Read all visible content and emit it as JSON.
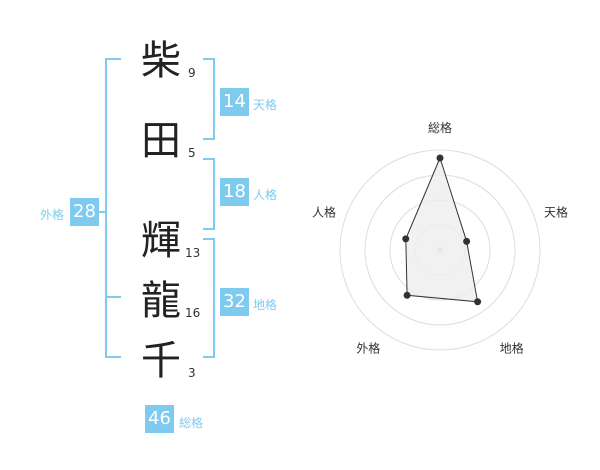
{
  "name": {
    "chars": [
      {
        "char": "柴",
        "strokes": "9"
      },
      {
        "char": "田",
        "strokes": "5"
      },
      {
        "char": "輝",
        "strokes": "13"
      },
      {
        "char": "龍",
        "strokes": "16"
      },
      {
        "char": "千",
        "strokes": "3"
      }
    ]
  },
  "fortunes": {
    "tenkaku": {
      "value": "14",
      "label": "天格"
    },
    "jinkaku": {
      "value": "18",
      "label": "人格"
    },
    "chikaku": {
      "value": "32",
      "label": "地格"
    },
    "gaikaku": {
      "value": "28",
      "label": "外格"
    },
    "soukaku": {
      "value": "46",
      "label": "総格"
    }
  },
  "colors": {
    "accent": "#7fcbf0",
    "ring": "#dddddd",
    "fill": "#eeeeee",
    "line": "#333333"
  },
  "chart_data": {
    "type": "radar",
    "axes": [
      "総格",
      "天格",
      "地格",
      "外格",
      "人格"
    ],
    "values": [
      46,
      14,
      32,
      28,
      18
    ],
    "rings": 4
  }
}
